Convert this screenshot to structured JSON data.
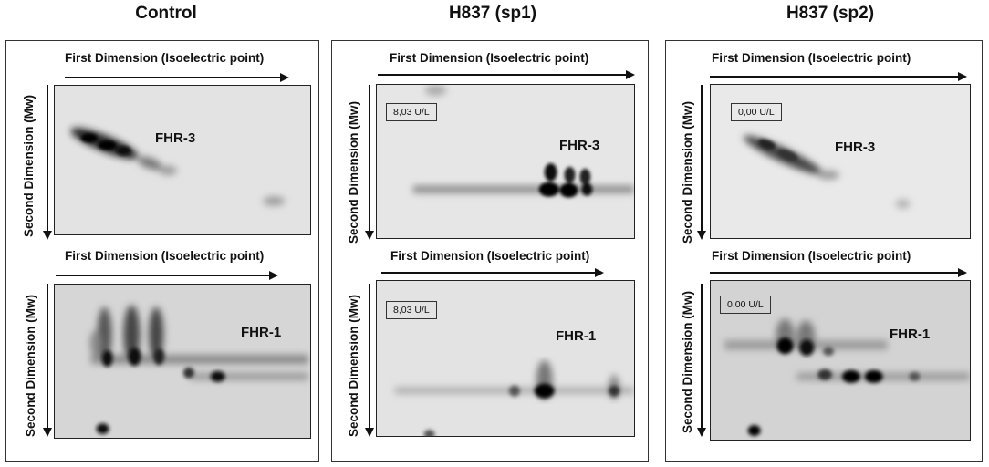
{
  "columns": [
    {
      "title": "Control",
      "top_gel": {
        "protein": "FHR-3",
        "units": ""
      },
      "bottom_gel": {
        "protein": "FHR-1",
        "units": ""
      }
    },
    {
      "title": "H837 (sp1)",
      "top_gel": {
        "protein": "FHR-3",
        "units": "8,03 U/L"
      },
      "bottom_gel": {
        "protein": "FHR-1",
        "units": "8,03 U/L"
      }
    },
    {
      "title": "H837 (sp2)",
      "top_gel": {
        "protein": "FHR-3",
        "units": "0,00 U/L"
      },
      "bottom_gel": {
        "protein": "FHR-1",
        "units": "0,00 U/L"
      }
    }
  ],
  "axis_labels": {
    "first_dimension": "First Dimension (Isoelectric point)",
    "second_dimension": "Second Dimension (Mw)"
  }
}
